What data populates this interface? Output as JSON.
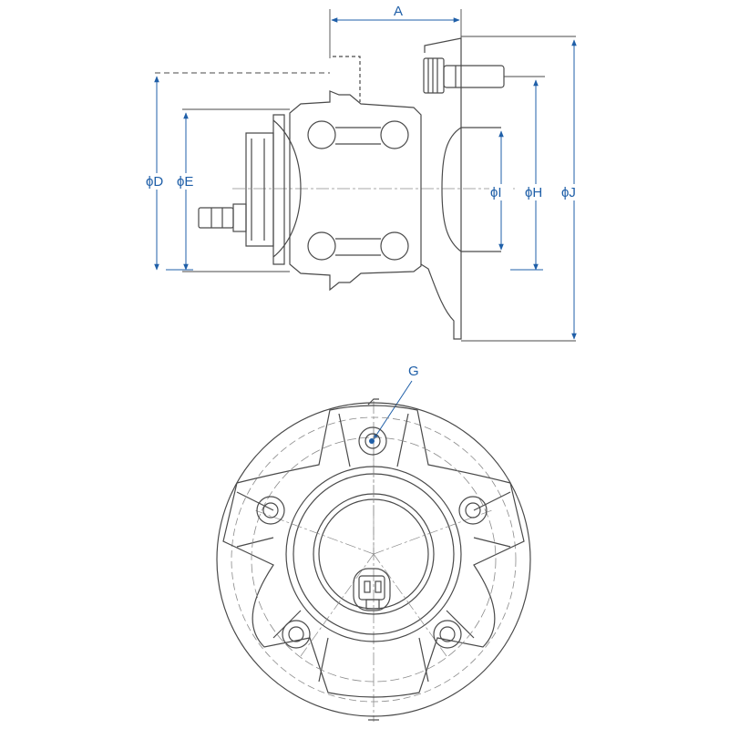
{
  "labels": {
    "A": "A",
    "D": "ϕD",
    "E": "ϕE",
    "G": "G",
    "H": "ϕH",
    "I": "ϕI",
    "J": "ϕJ"
  },
  "colors": {
    "dimension": "#1f5fa8",
    "outline": "#4a4a4a",
    "centerline": "#8a8a8a",
    "background": "#ffffff"
  }
}
